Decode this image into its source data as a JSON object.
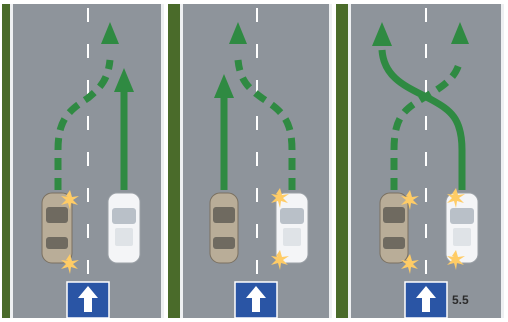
{
  "figure_number": "5.5",
  "colors": {
    "road": "#8e949b",
    "grass": "#4a6b2a",
    "curb": "#eef0f2",
    "lane_marking": "#ffffff",
    "arrow_green": "#2f8a42",
    "sign_blue": "#2a55a5",
    "car_left": "#b9ad98",
    "car_right": "#f4f5f7",
    "flash": "#ffcc66"
  },
  "panels": [
    {
      "name": "panel-left",
      "left_car_path": "dashed",
      "right_car_path": "solid"
    },
    {
      "name": "panel-middle",
      "left_car_path": "solid",
      "right_car_path": "dashed"
    },
    {
      "name": "panel-right",
      "left_car_path": "dashed",
      "right_car_path": "solid-crossing"
    }
  ],
  "icons": [
    "straight-ahead-sign-icon",
    "turn-signal-flash-icon",
    "car-icon",
    "arrow-icon"
  ]
}
